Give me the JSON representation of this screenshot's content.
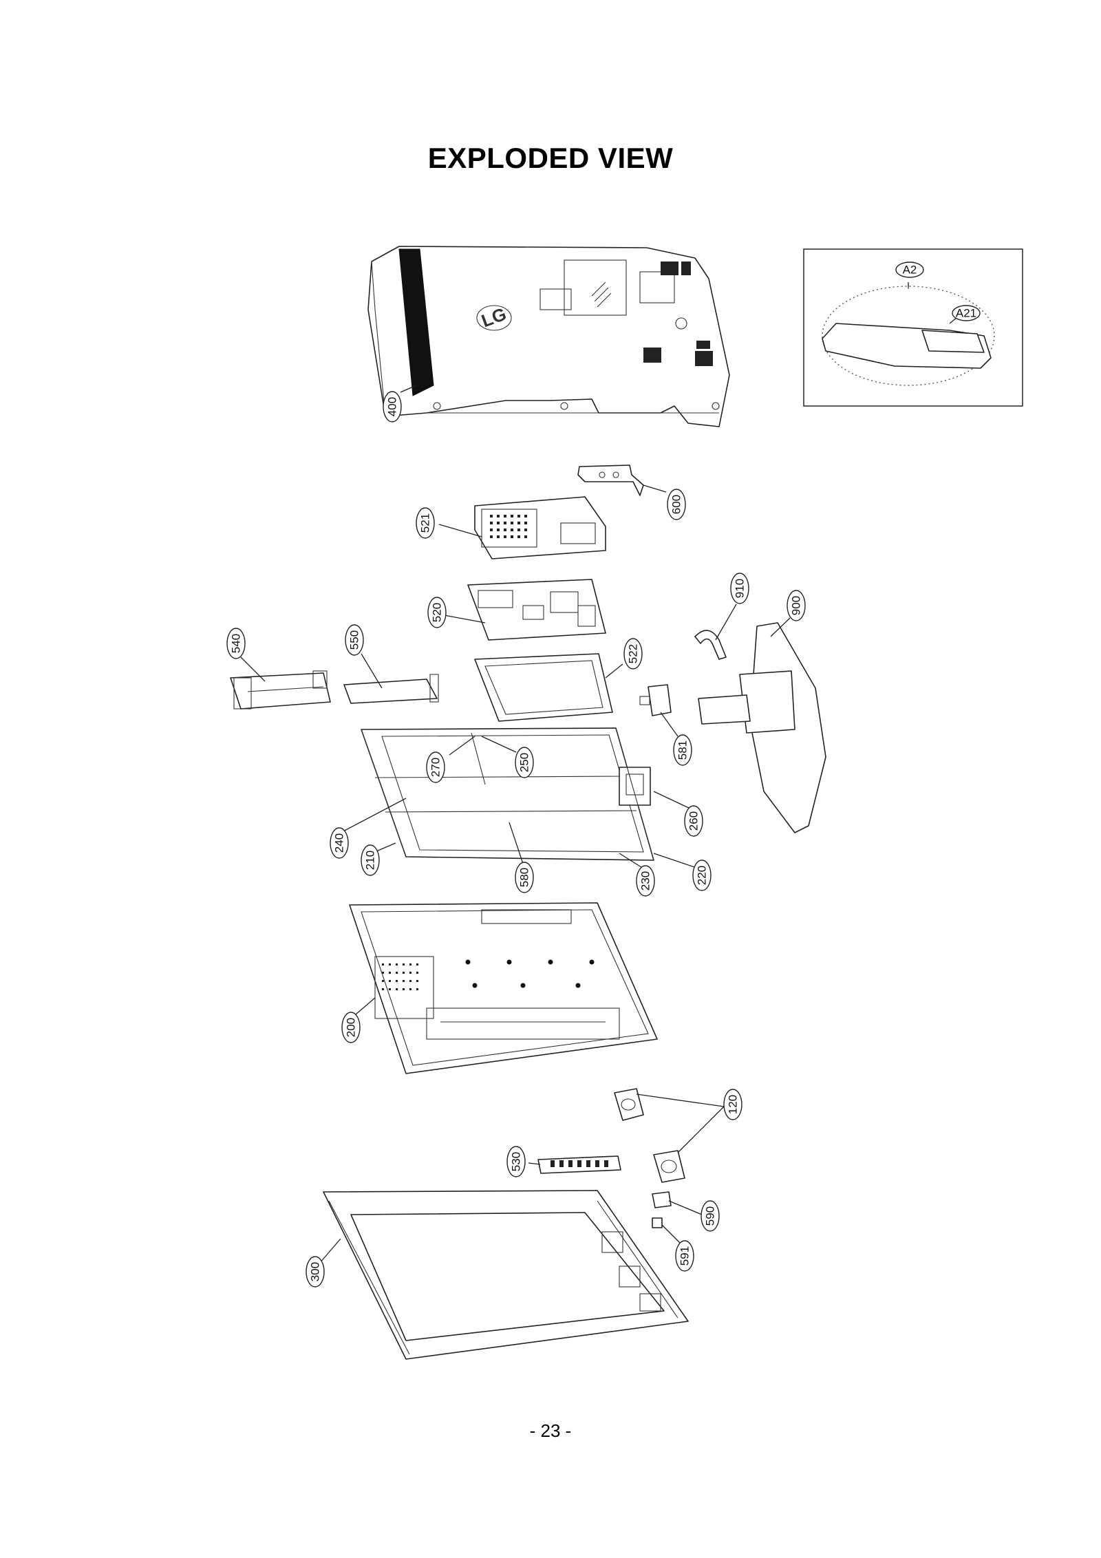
{
  "page": {
    "title": "EXPLODED VIEW",
    "page_number": "- 23 -"
  },
  "logo_text": "LG",
  "callouts": {
    "c400": "400",
    "c600": "600",
    "c521": "521",
    "c520": "520",
    "c910": "910",
    "c900": "900",
    "c540": "540",
    "c550": "550",
    "c522": "522",
    "c581": "581",
    "c270": "270",
    "c250": "250",
    "c260": "260",
    "c240": "240",
    "c210": "210",
    "c580": "580",
    "c230": "230",
    "c220": "220",
    "c200": "200",
    "c120": "120",
    "c530": "530",
    "c590": "590",
    "c591": "591",
    "c300": "300",
    "cA2": "A2",
    "cA21": "A21"
  }
}
